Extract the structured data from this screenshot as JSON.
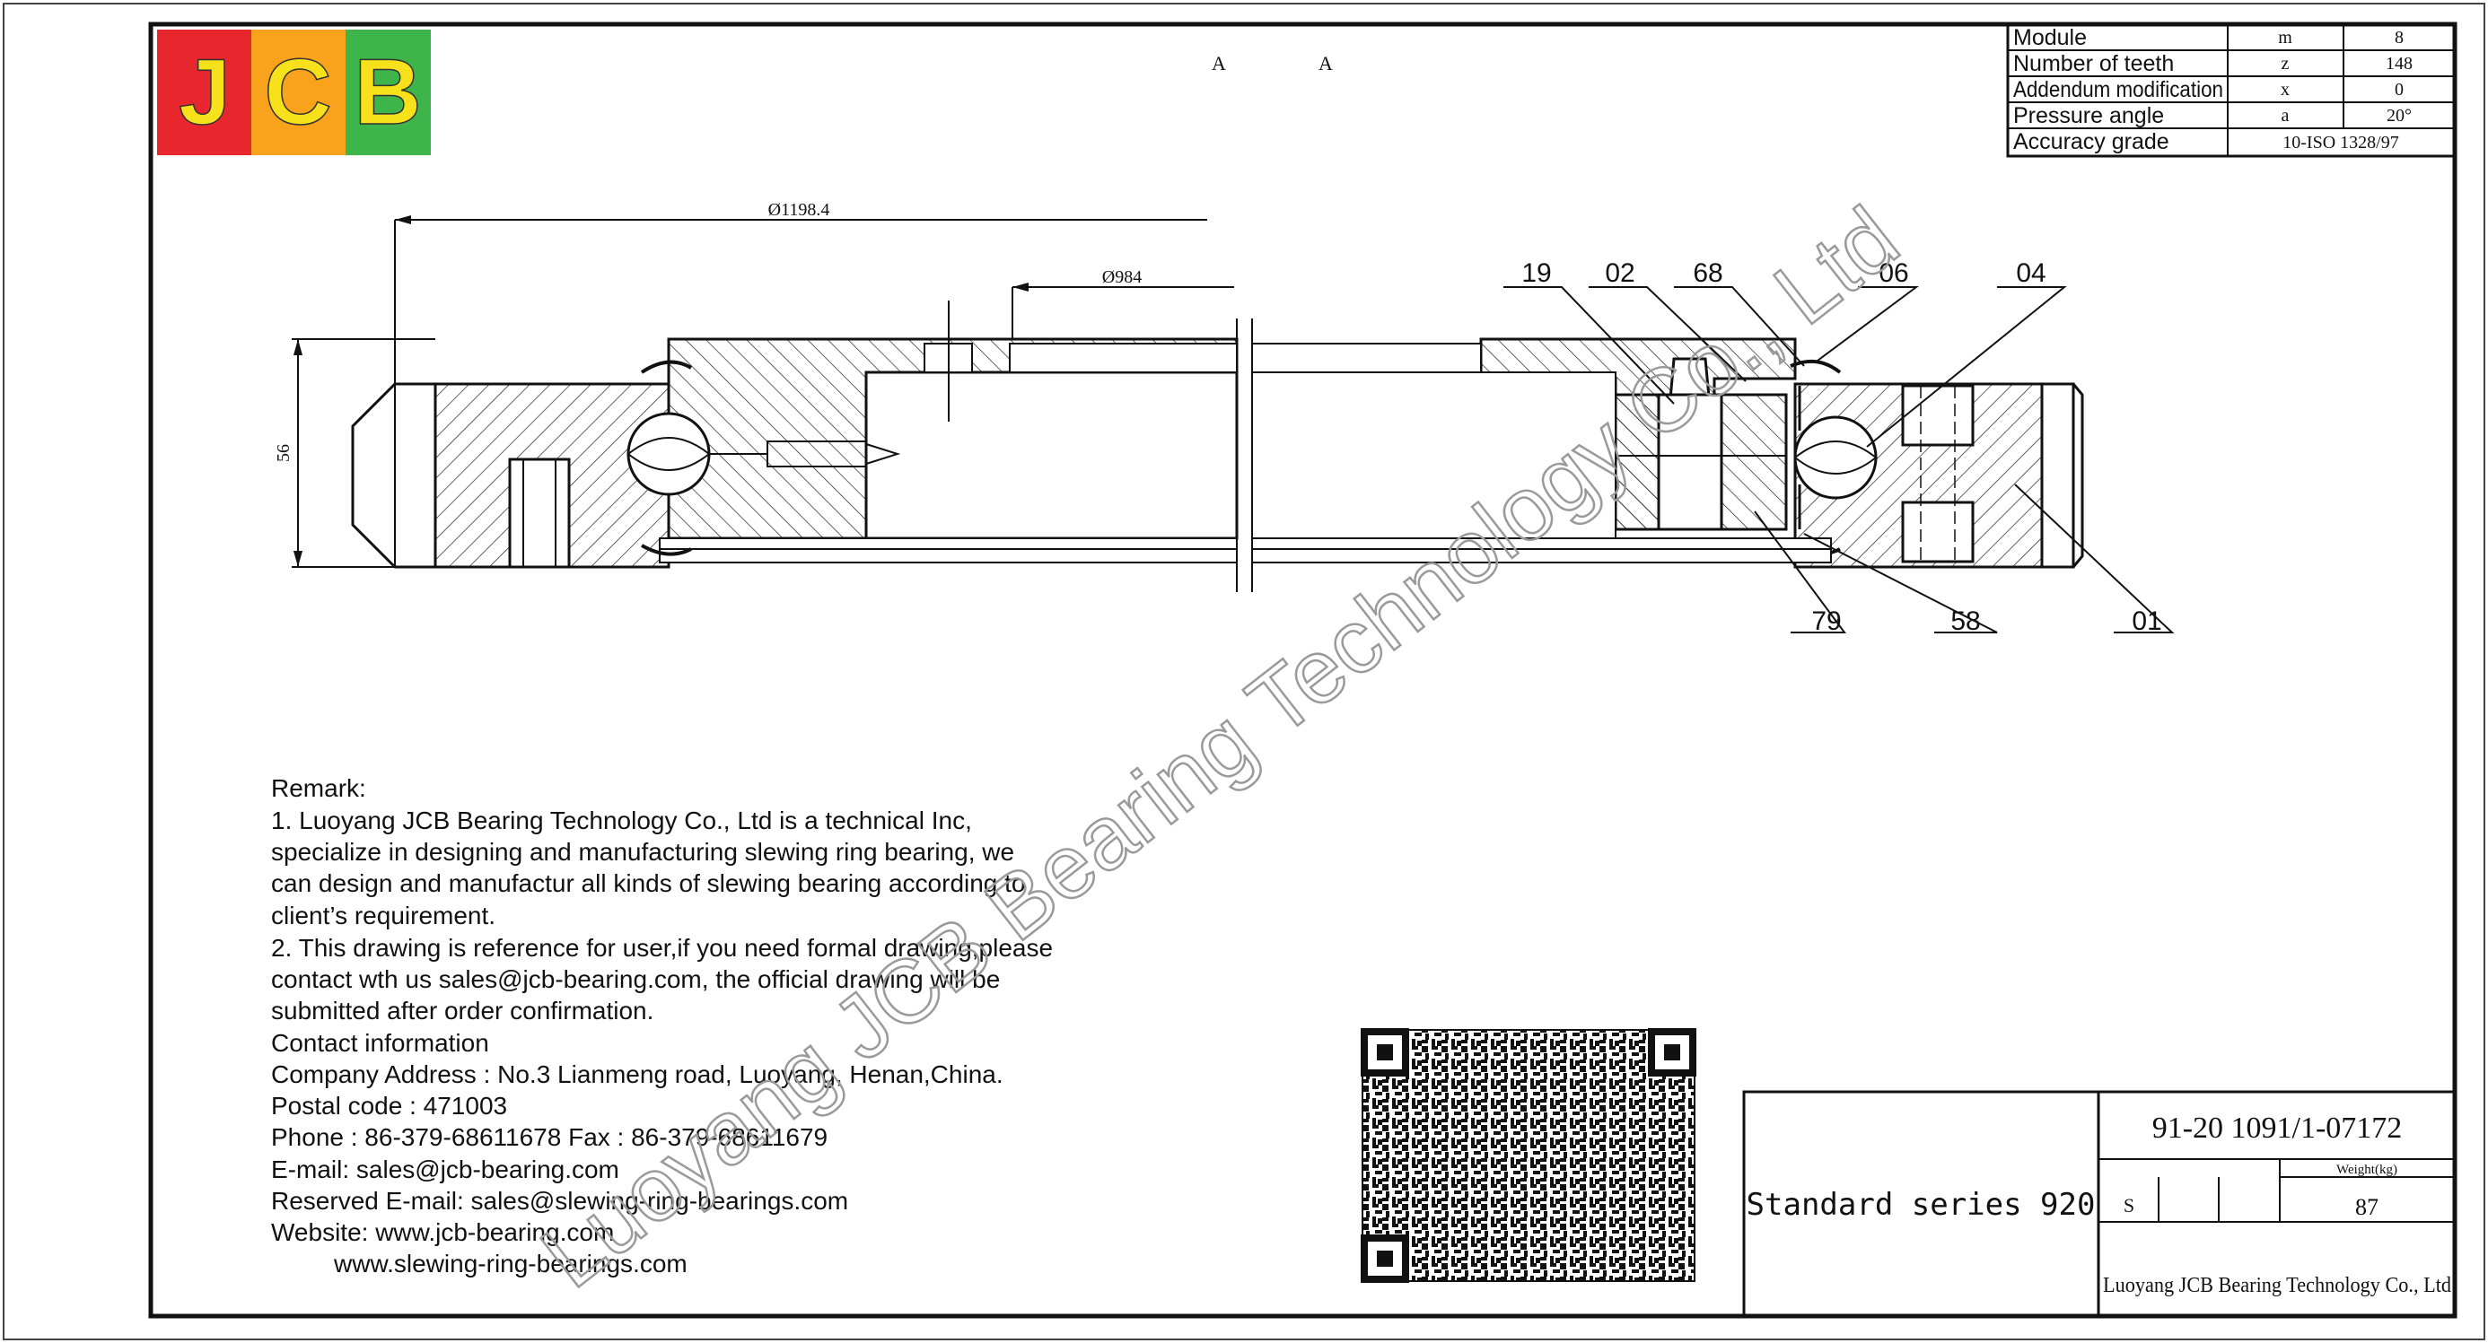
{
  "logo": {
    "letters": [
      "J",
      "C",
      "B"
    ],
    "colors": [
      "#e8262d",
      "#f9a21b",
      "#3eb54a"
    ],
    "letter_color": "#f7e11a"
  },
  "section_marks": [
    "A",
    "A"
  ],
  "spec_table": [
    {
      "label": "Module",
      "symbol": "m",
      "value": "8"
    },
    {
      "label": "Number of teeth",
      "symbol": "z",
      "value": "148"
    },
    {
      "label": "Addendum modification",
      "symbol": "x",
      "value": "0"
    },
    {
      "label": "Pressure angle",
      "symbol": "a",
      "value": "20°"
    },
    {
      "label": "Accuracy grade",
      "symbol": "",
      "value": "10-ISO 1328/97"
    }
  ],
  "dimensions": {
    "outer_diameter": "Ø1198.4",
    "inner_diameter": "Ø984",
    "height": "56"
  },
  "part_labels": {
    "top": [
      "19",
      "02",
      "68",
      "06",
      "04"
    ],
    "bottom": [
      "79",
      "58",
      "01"
    ]
  },
  "watermark": "Luoyang JCB Bearing Technology Co., Ltd",
  "remark": {
    "lines": [
      "Remark:",
      "1. Luoyang JCB Bearing Technology Co., Ltd is a technical Inc,",
      "specialize in designing and manufacturing slewing ring bearing, we",
      "can design and manufactur all kinds of slewing bearing according to",
      "client’s requirement.",
      "2. This drawing is reference for user,if you need formal drawing,please",
      "contact wth us sales@jcb-bearing.com, the official drawing will be",
      "submitted after order confirmation.",
      "Contact information",
      "Company Address : No.3 Lianmeng road, Luoyang, Henan,China.",
      "Postal code : 471003",
      "Phone : 86-379-68611678 Fax : 86-379-68611679",
      "E-mail: sales@jcb-bearing.com",
      "Reserved E-mail: sales@slewing-ring-bearings.com",
      "Website: www.jcb-bearing.com",
      "         www.slewing-ring-bearings.com"
    ]
  },
  "title_block": {
    "series": "Standard series 920",
    "drawing_number": "91-20 1091/1-07172",
    "weight_label": "Weight(kg)",
    "scale_mark": "S",
    "weight": "87",
    "company": "Luoyang JCB Bearing Technology Co., Ltd"
  }
}
